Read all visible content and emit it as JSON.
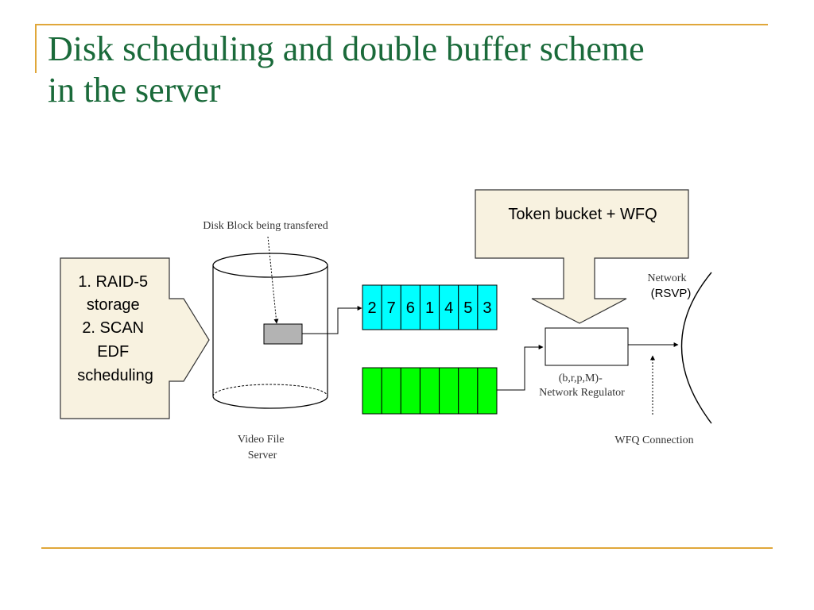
{
  "slide": {
    "title_line1": "Disk scheduling and double buffer scheme",
    "title_line2": "in the server"
  },
  "diagram": {
    "left_arrow": {
      "lines": [
        "1. RAID-5",
        "storage",
        "2. SCAN",
        "EDF",
        "scheduling"
      ]
    },
    "disk_block_label": "Disk Block being transfered",
    "server_label": [
      "Video File",
      "Server"
    ],
    "buffer_top": {
      "blocks": [
        "2",
        "7",
        "6",
        "1",
        "4",
        "5",
        "3"
      ],
      "color": "#00ffff"
    },
    "buffer_bottom": {
      "cell_count": 7,
      "color": "#00ff00"
    },
    "token_bucket_label": "Token bucket + WFQ",
    "regulator_label": [
      "(b,r,p,M)-",
      "Network Regulator"
    ],
    "network_label": [
      "Network",
      "(RSVP)"
    ],
    "wfq_connection_label": "WFQ Connection",
    "callout_fill": "#f8f2e0",
    "title_color": "#1a6a3a",
    "accent_color": "#e0a73a"
  }
}
